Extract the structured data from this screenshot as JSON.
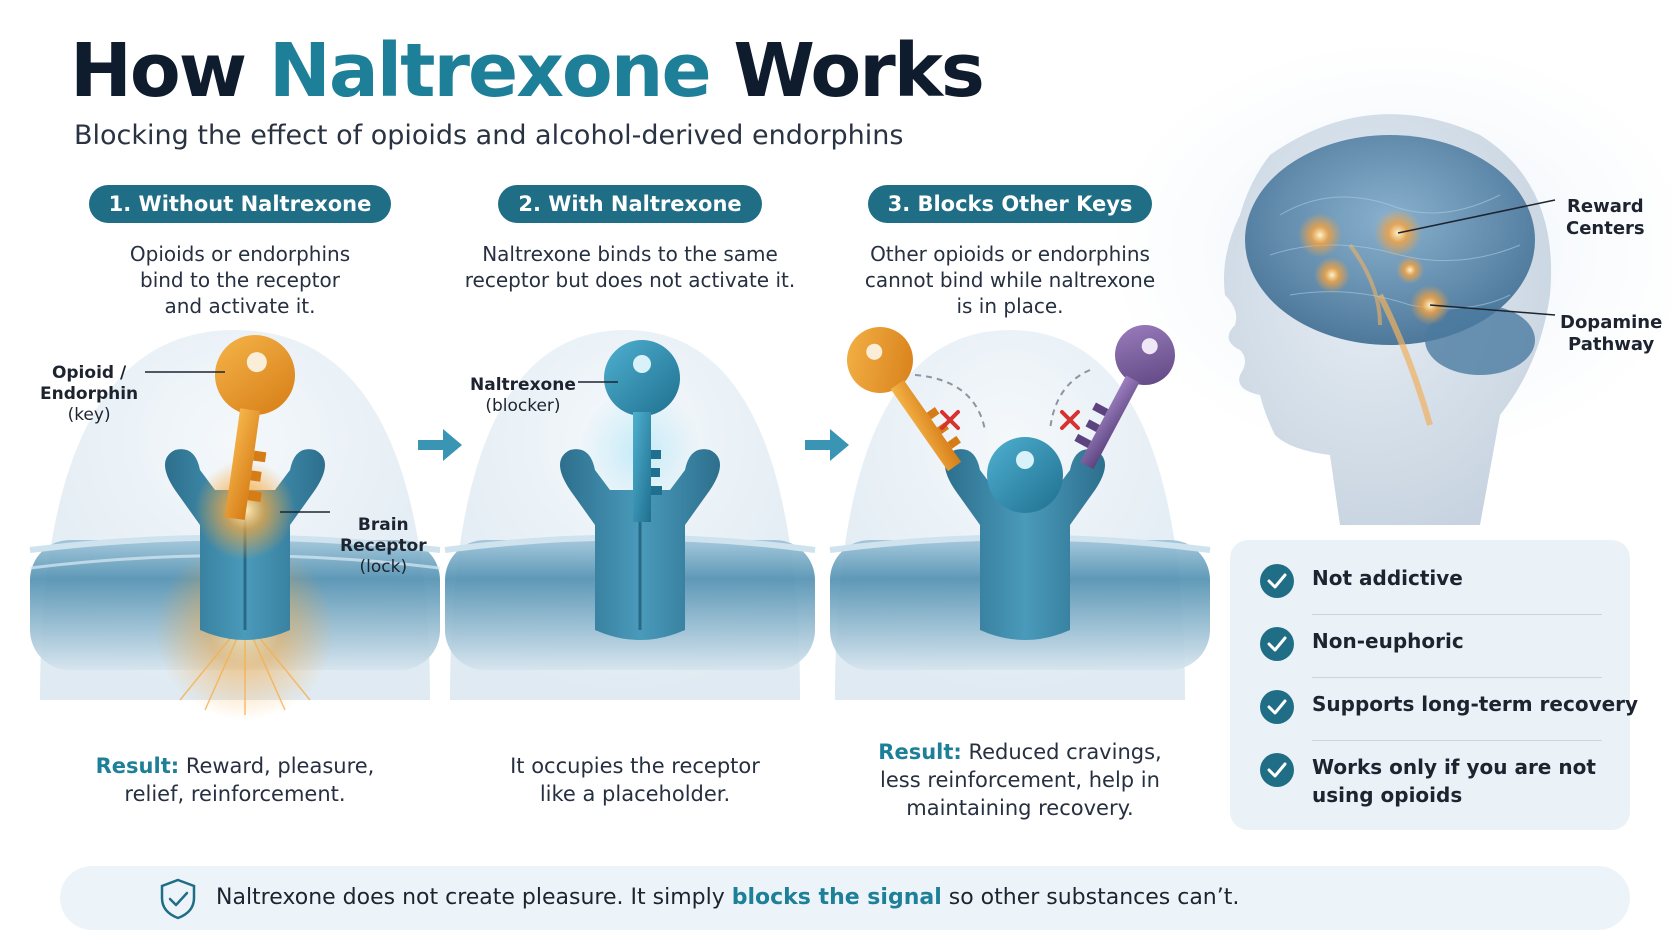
{
  "header": {
    "title_part1": "How ",
    "title_accent": "Naltrexone",
    "title_part2": " Works",
    "subtitle": "Blocking the effect of opioids and alcohol-derived endorphins"
  },
  "panels": [
    {
      "pill": "1. Without Naltrexone",
      "desc": [
        "Opioids or endorphins",
        "bind to the receptor",
        "and activate it."
      ],
      "result_lead": "Result:",
      "result_lines": [
        " Reward, pleasure,",
        "relief, reinforcement."
      ]
    },
    {
      "pill": "2. With Naltrexone",
      "desc": [
        "Naltrexone binds to the same",
        "receptor but does not activate it."
      ],
      "result_lines": [
        "It occupies the receptor",
        "like a placeholder."
      ]
    },
    {
      "pill": "3. Blocks Other Keys",
      "desc": [
        "Other opioids or endorphins",
        "cannot bind while naltrexone",
        "is in place."
      ],
      "result_lead": "Result:",
      "result_lines": [
        " Reduced cravings,",
        "less reinforcement, help in",
        "maintaining recovery."
      ]
    }
  ],
  "labels": {
    "key": [
      "Opioid /",
      "Endorphin",
      "(key)"
    ],
    "receptor": [
      "Brain",
      "Receptor",
      "(lock)"
    ],
    "blocker": [
      "Naltrexone",
      "(blocker)"
    ]
  },
  "brain": {
    "reward": [
      "Reward",
      "Centers"
    ],
    "dopamine": [
      "Dopamine",
      "Pathway"
    ]
  },
  "checks": [
    [
      "Not addictive"
    ],
    [
      "Non-euphoric"
    ],
    [
      "Supports long-term recovery"
    ],
    [
      "Works only if you are not",
      "using opioids"
    ]
  ],
  "footer": {
    "lead": "Naltrexone does not create pleasure. It simply ",
    "highlight": "blocks the signal",
    "tail": " so other substances can’t."
  },
  "colors": {
    "accent": "#1d7f98",
    "pill": "#1f6e86",
    "orange_key": "#e8952a",
    "blue_key": "#2d8fb0",
    "purple_key": "#7a5c9e",
    "receptor": "#3b86a6"
  },
  "icons": [
    "check-icon",
    "shield-check-icon",
    "arrow-right-icon",
    "cross-icon",
    "key-icon",
    "brain-icon"
  ]
}
